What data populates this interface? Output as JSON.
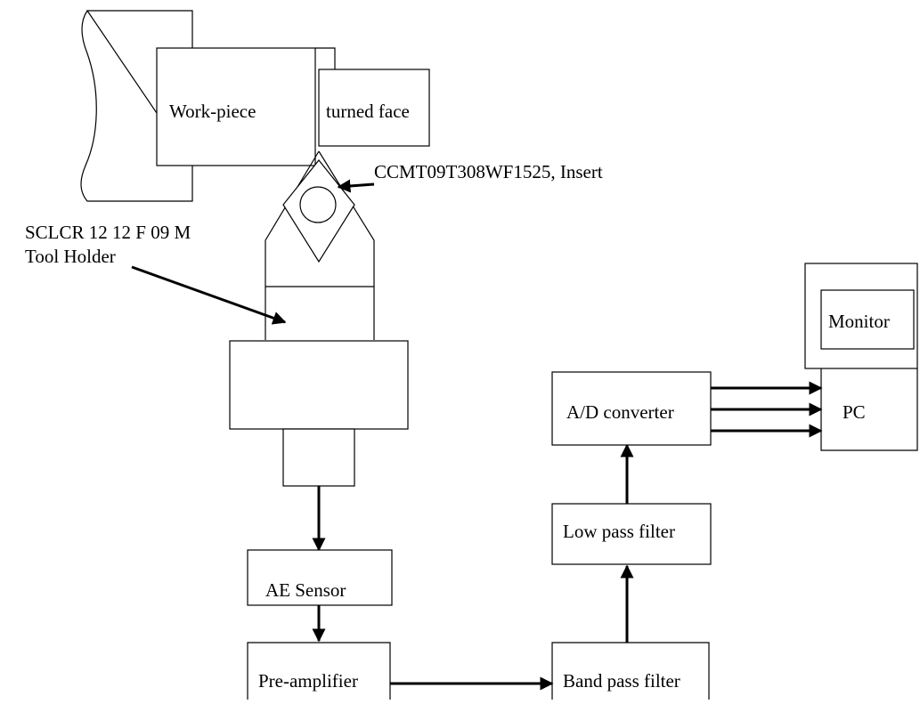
{
  "labels": {
    "workpiece": "Work-piece",
    "turned_face": "turned face",
    "insert": "CCMT09T308WF1525, Insert",
    "tool_holder_code": "SCLCR 12 12 F 09 M",
    "tool_holder": "Tool Holder",
    "ae_sensor": "AE Sensor",
    "pre_amplifier": "Pre-amplifier",
    "band_pass_filter": "Band pass filter",
    "low_pass_filter": "Low pass filter",
    "ad_converter": "A/D converter",
    "pc": "PC",
    "monitor": "Monitor"
  }
}
